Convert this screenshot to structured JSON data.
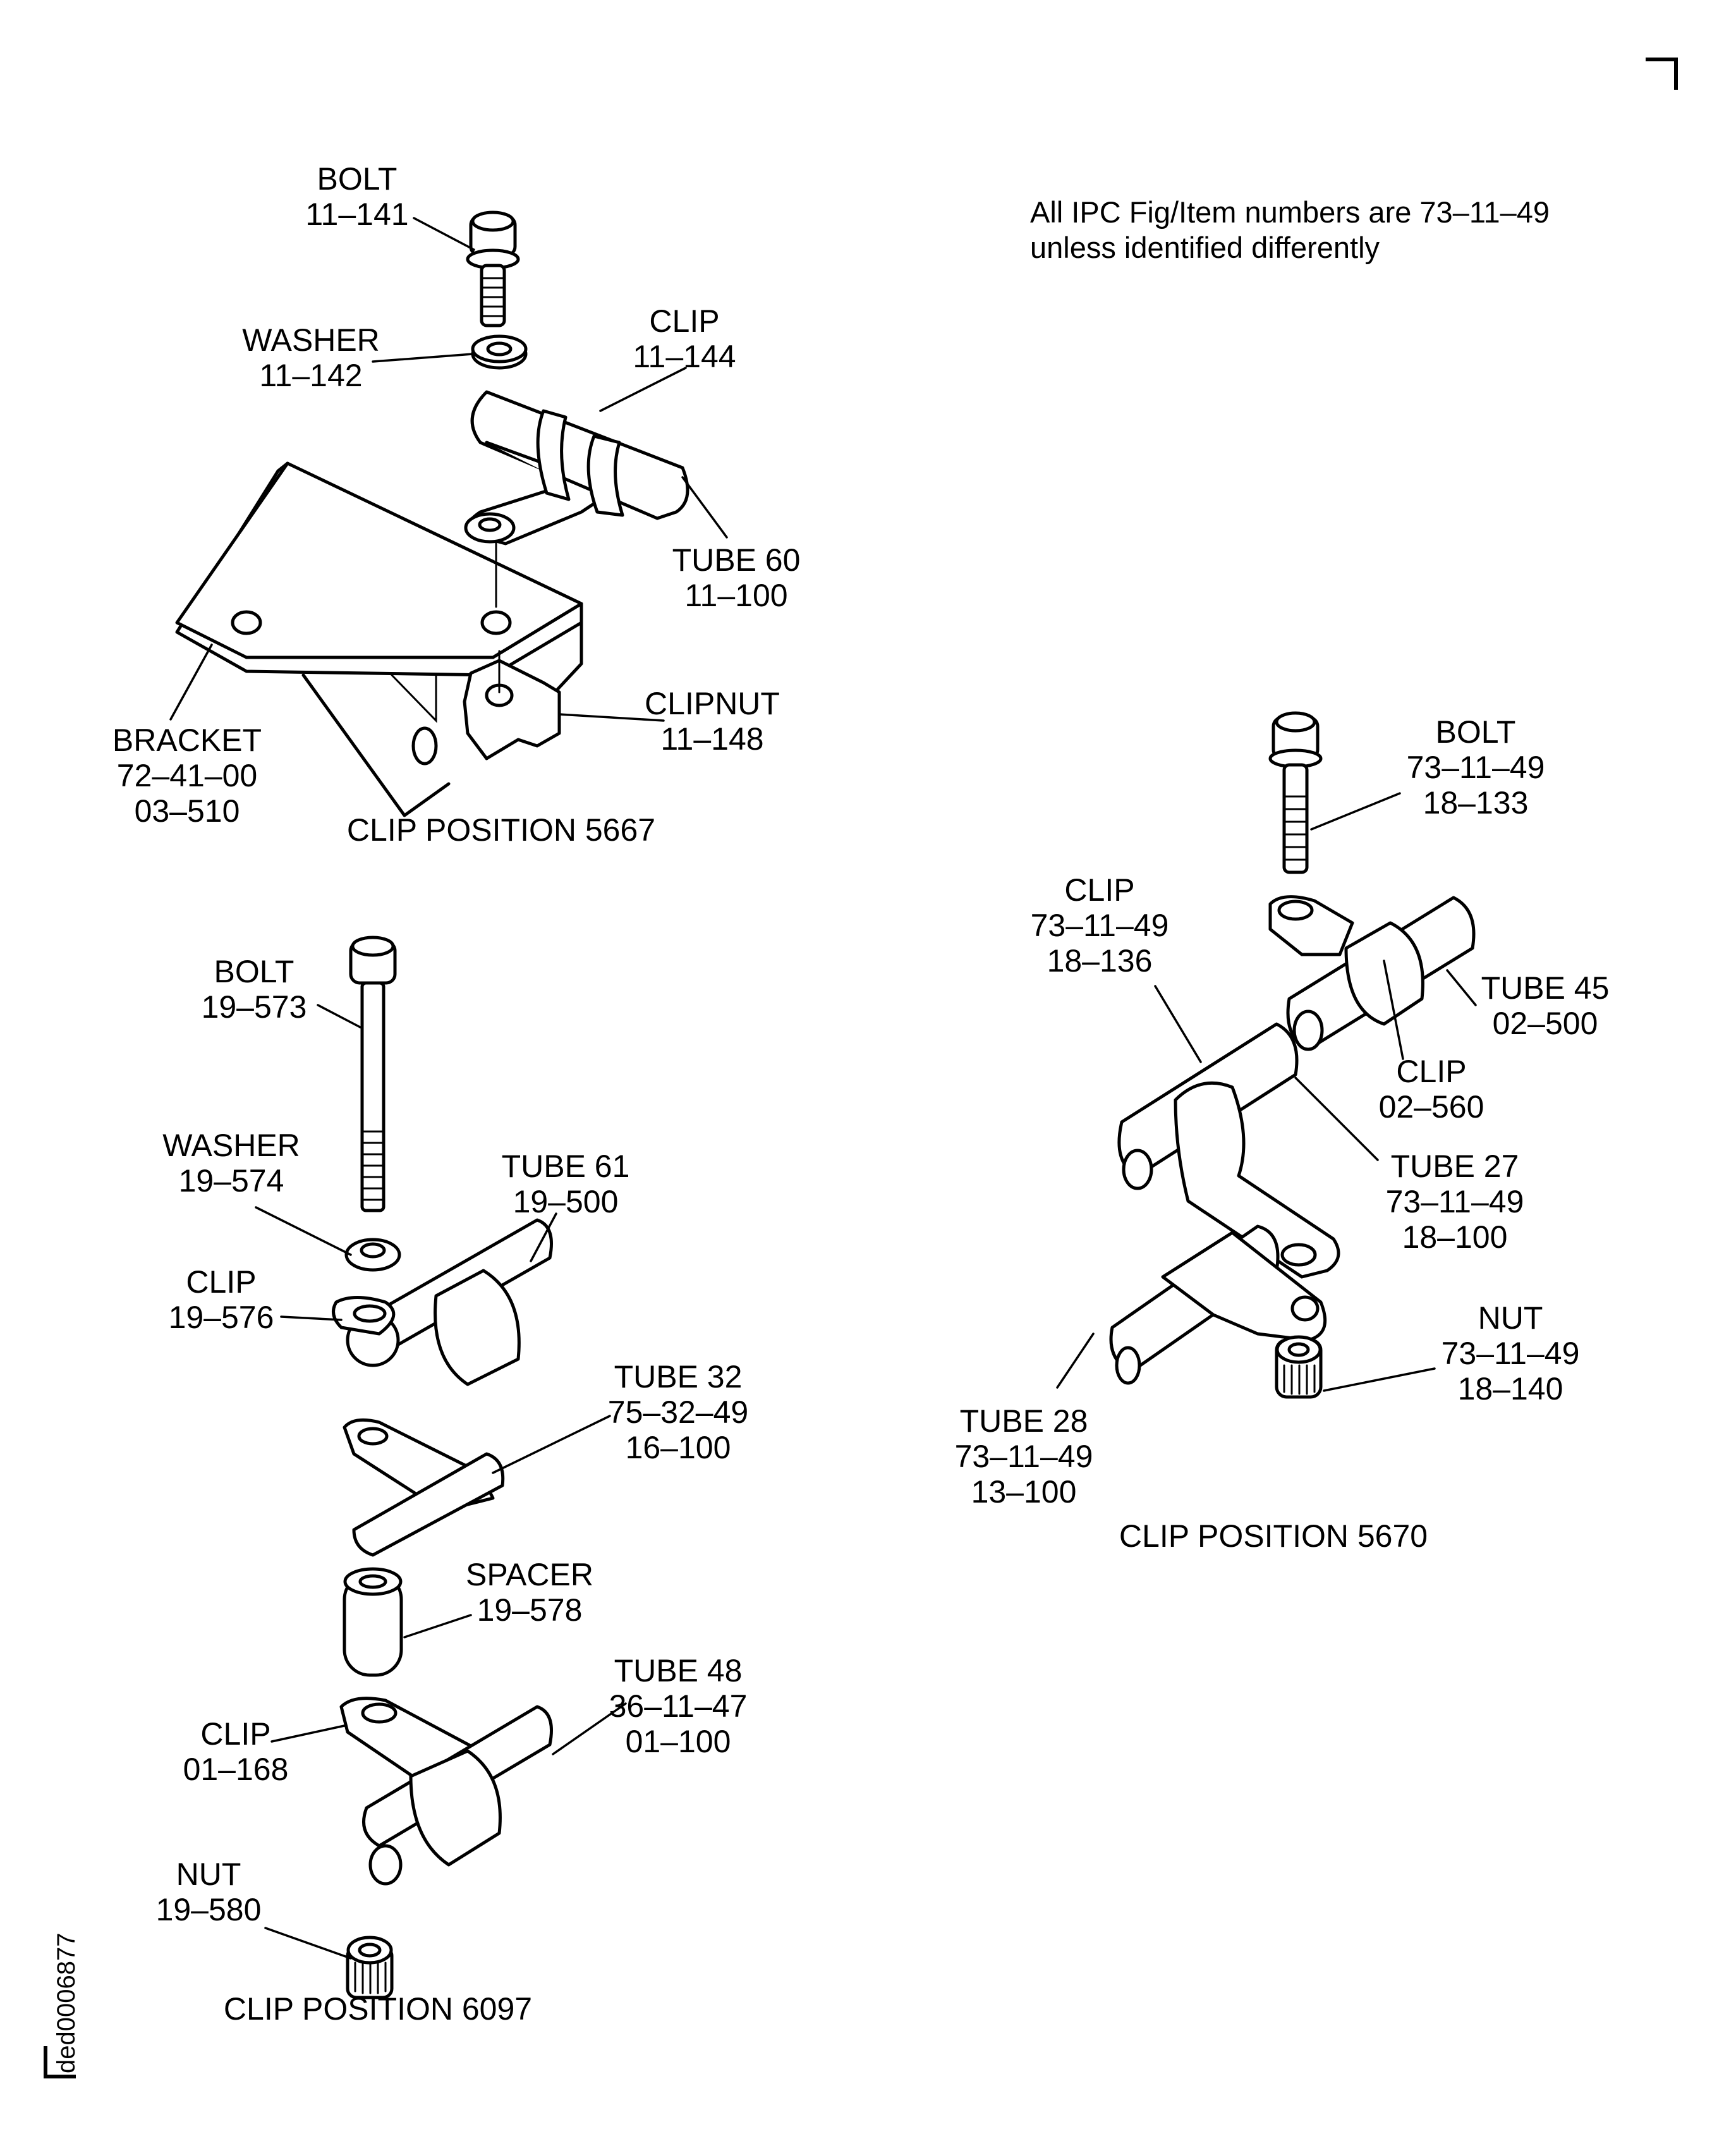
{
  "note": {
    "line1": "All IPC Fig/Item numbers are 73–11–49",
    "line2": "unless identified differently"
  },
  "figure_id": "ded0006877",
  "views": [
    {
      "caption": "CLIP POSITION 5667",
      "callouts": [
        {
          "name": "BOLT",
          "refs": [
            "11–141"
          ]
        },
        {
          "name": "WASHER",
          "refs": [
            "11–142"
          ]
        },
        {
          "name": "CLIP",
          "refs": [
            "11–144"
          ]
        },
        {
          "name": "TUBE 60",
          "refs": [
            "11–100"
          ]
        },
        {
          "name": "BRACKET",
          "refs": [
            "72–41–00",
            "03–510"
          ]
        },
        {
          "name": "CLIPNUT",
          "refs": [
            "11–148"
          ]
        }
      ]
    },
    {
      "caption": "CLIP POSITION 6097",
      "callouts": [
        {
          "name": "BOLT",
          "refs": [
            "19–573"
          ]
        },
        {
          "name": "WASHER",
          "refs": [
            "19–574"
          ]
        },
        {
          "name": "TUBE 61",
          "refs": [
            "19–500"
          ]
        },
        {
          "name": "CLIP",
          "refs": [
            "19–576"
          ]
        },
        {
          "name": "TUBE 32",
          "refs": [
            "75–32–49",
            "16–100"
          ]
        },
        {
          "name": "SPACER",
          "refs": [
            "19–578"
          ]
        },
        {
          "name": "TUBE 48",
          "refs": [
            "36–11–47",
            "01–100"
          ]
        },
        {
          "name": "CLIP",
          "refs": [
            "01–168"
          ]
        },
        {
          "name": "NUT",
          "refs": [
            "19–580"
          ]
        }
      ]
    },
    {
      "caption": "CLIP POSITION 5670",
      "callouts": [
        {
          "name": "BOLT",
          "refs": [
            "73–11–49",
            "18–133"
          ]
        },
        {
          "name": "CLIP",
          "refs": [
            "73–11–49",
            "18–136"
          ]
        },
        {
          "name": "TUBE 45",
          "refs": [
            "02–500"
          ]
        },
        {
          "name": "CLIP",
          "refs": [
            "02–560"
          ]
        },
        {
          "name": "TUBE 27",
          "refs": [
            "73–11–49",
            "18–100"
          ]
        },
        {
          "name": "NUT",
          "refs": [
            "73–11–49",
            "18–140"
          ]
        },
        {
          "name": "TUBE 28",
          "refs": [
            "73–11–49",
            "13–100"
          ]
        }
      ]
    }
  ]
}
